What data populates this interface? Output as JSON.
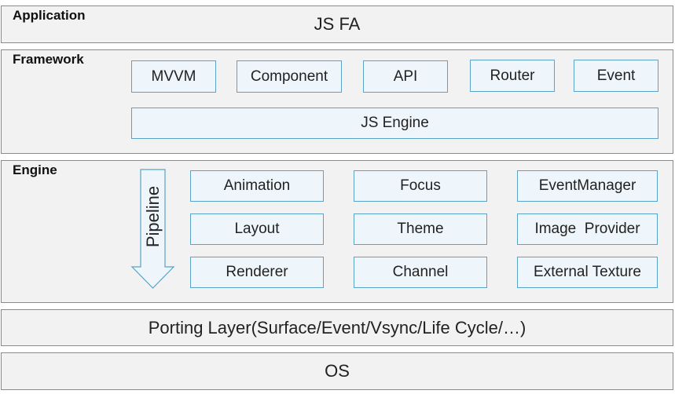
{
  "application": {
    "title": "Application",
    "content": "JS FA"
  },
  "framework": {
    "title": "Framework",
    "modules": [
      "MVVM",
      "Component",
      "API",
      "Router",
      "Event"
    ],
    "engine": "JS Engine"
  },
  "engine": {
    "title": "Engine",
    "pipeline": "Pipeline",
    "modules": [
      "Animation",
      "Focus",
      "EventManager",
      "Layout",
      "Theme",
      "Image  Provider",
      "Renderer",
      "Channel",
      "External Texture"
    ]
  },
  "porting": {
    "content": "Porting Layer(Surface/Event/Vsync/Life Cycle/…)"
  },
  "os": {
    "content": "OS"
  },
  "colors": {
    "box_fill": "#eef6fb",
    "box_border": "#5aa2c8",
    "layer_fill": "#f2f2f2",
    "layer_border": "#8a8a8a"
  }
}
